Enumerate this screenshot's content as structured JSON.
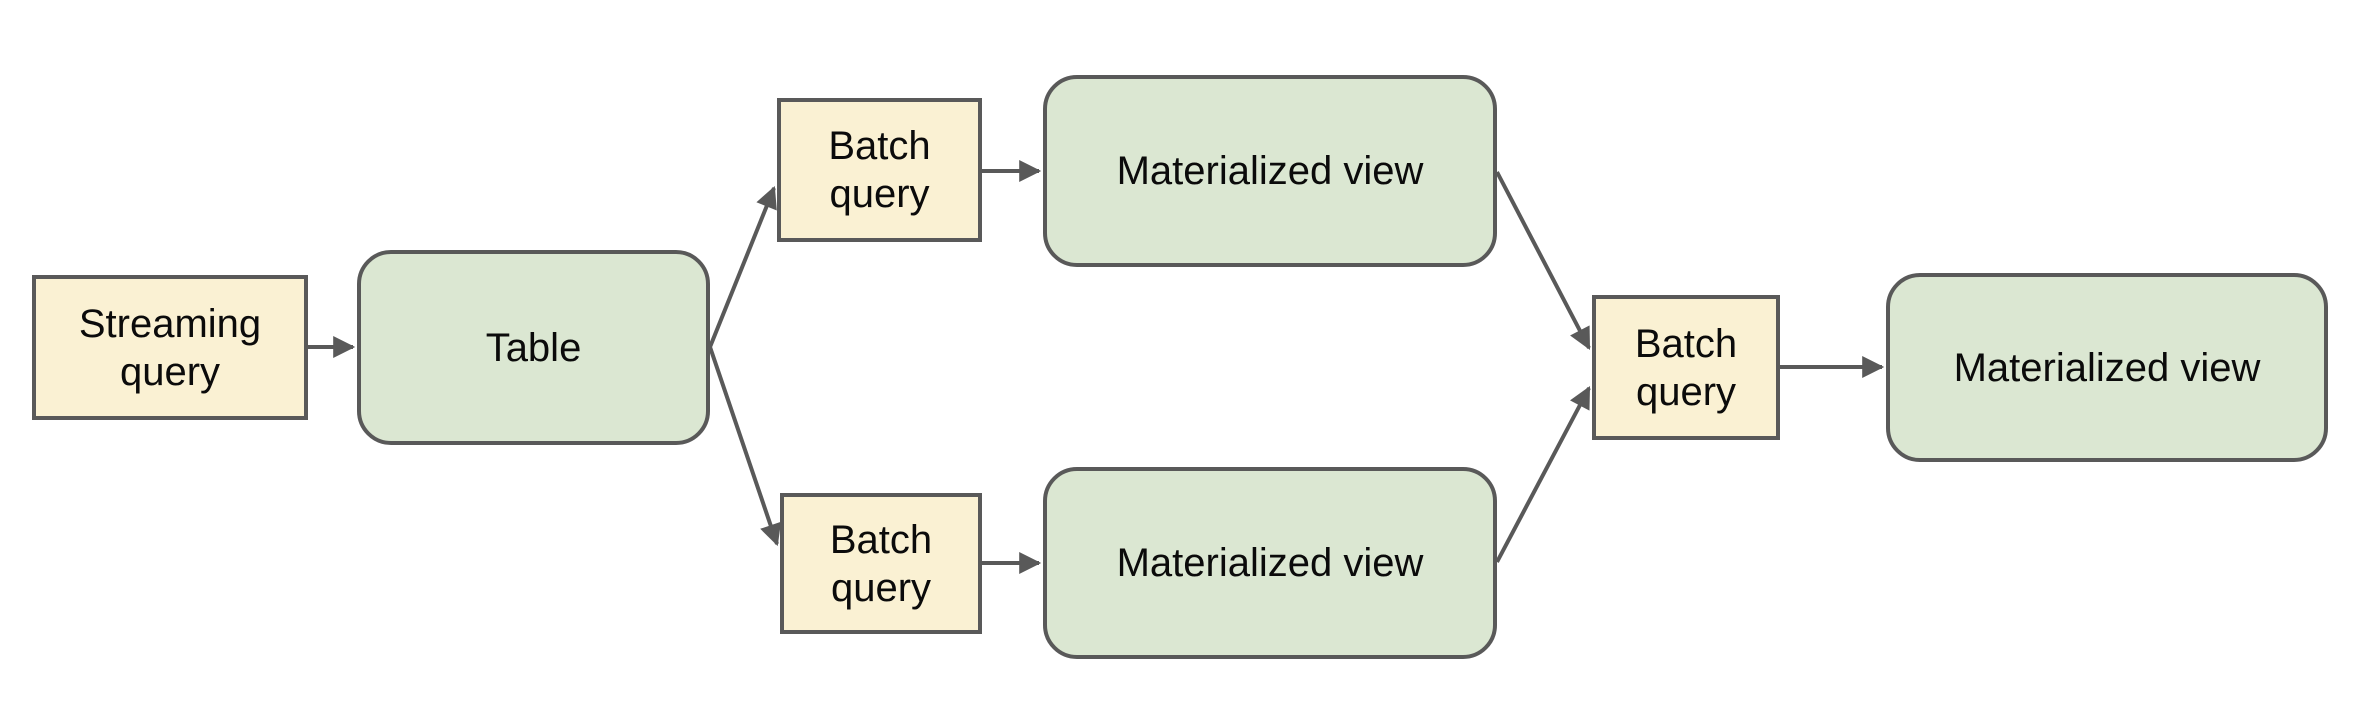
{
  "diagram": {
    "background": "#ffffff",
    "nodes": [
      {
        "id": "streaming-query",
        "label": "Streaming query",
        "shape": "rectangle",
        "fill": "#faf1d3"
      },
      {
        "id": "table",
        "label": "Table",
        "shape": "rounded",
        "fill": "#dbe7d2"
      },
      {
        "id": "batch-query-top",
        "label": "Batch query",
        "shape": "rectangle",
        "fill": "#faf1d3"
      },
      {
        "id": "materialized-view-top",
        "label": "Materialized view",
        "shape": "rounded",
        "fill": "#dbe7d2"
      },
      {
        "id": "batch-query-bottom",
        "label": "Batch query",
        "shape": "rectangle",
        "fill": "#faf1d3"
      },
      {
        "id": "materialized-view-bottom",
        "label": "Materialized view",
        "shape": "rounded",
        "fill": "#dbe7d2"
      },
      {
        "id": "batch-query-right",
        "label": "Batch query",
        "shape": "rectangle",
        "fill": "#faf1d3"
      },
      {
        "id": "materialized-view-right",
        "label": "Materialized view",
        "shape": "rounded",
        "fill": "#dbe7d2"
      }
    ],
    "edges": [
      {
        "from": "streaming-query",
        "to": "table"
      },
      {
        "from": "table",
        "to": "batch-query-top"
      },
      {
        "from": "table",
        "to": "batch-query-bottom"
      },
      {
        "from": "batch-query-top",
        "to": "materialized-view-top"
      },
      {
        "from": "batch-query-bottom",
        "to": "materialized-view-bottom"
      },
      {
        "from": "materialized-view-top",
        "to": "batch-query-right"
      },
      {
        "from": "materialized-view-bottom",
        "to": "batch-query-right"
      },
      {
        "from": "batch-query-right",
        "to": "materialized-view-right"
      }
    ],
    "colors": {
      "query_fill": "#faf1d3",
      "table_view_fill": "#dbe7d2",
      "border": "#595959",
      "arrow": "#595959",
      "text": "#0b0b0b",
      "background": "#ffffff"
    }
  }
}
